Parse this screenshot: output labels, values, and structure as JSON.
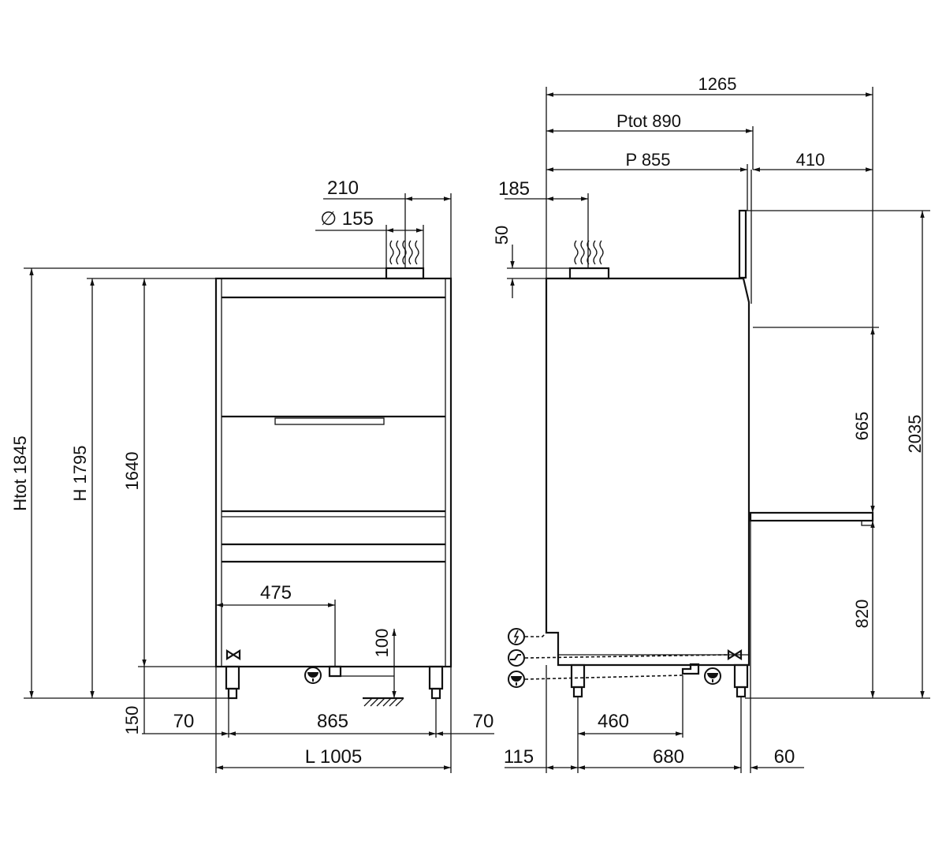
{
  "title": "Dishwasher dimensional drawing",
  "front_view": {
    "htot": "Htot 1845",
    "h": "H 1795",
    "h1640": "1640",
    "h150": "150",
    "w70_left": "70",
    "w865": "865",
    "w70_right": "70",
    "l": "L 1005",
    "w210": "210",
    "dia155": "∅ 155",
    "w475": "475",
    "h100": "100"
  },
  "side_view": {
    "w1265": "1265",
    "ptot": "Ptot 890",
    "p": "P 855",
    "w410": "410",
    "w185": "185",
    "h50": "50",
    "h2035": "2035",
    "h665": "665",
    "h820": "820",
    "w460": "460",
    "w115": "115",
    "w680": "680",
    "w60": "60"
  },
  "icons": [
    "electric-supply-icon",
    "water-inlet-icon",
    "drain-icon",
    "valve-icon",
    "steam-icon",
    "ground-hatch-icon"
  ]
}
